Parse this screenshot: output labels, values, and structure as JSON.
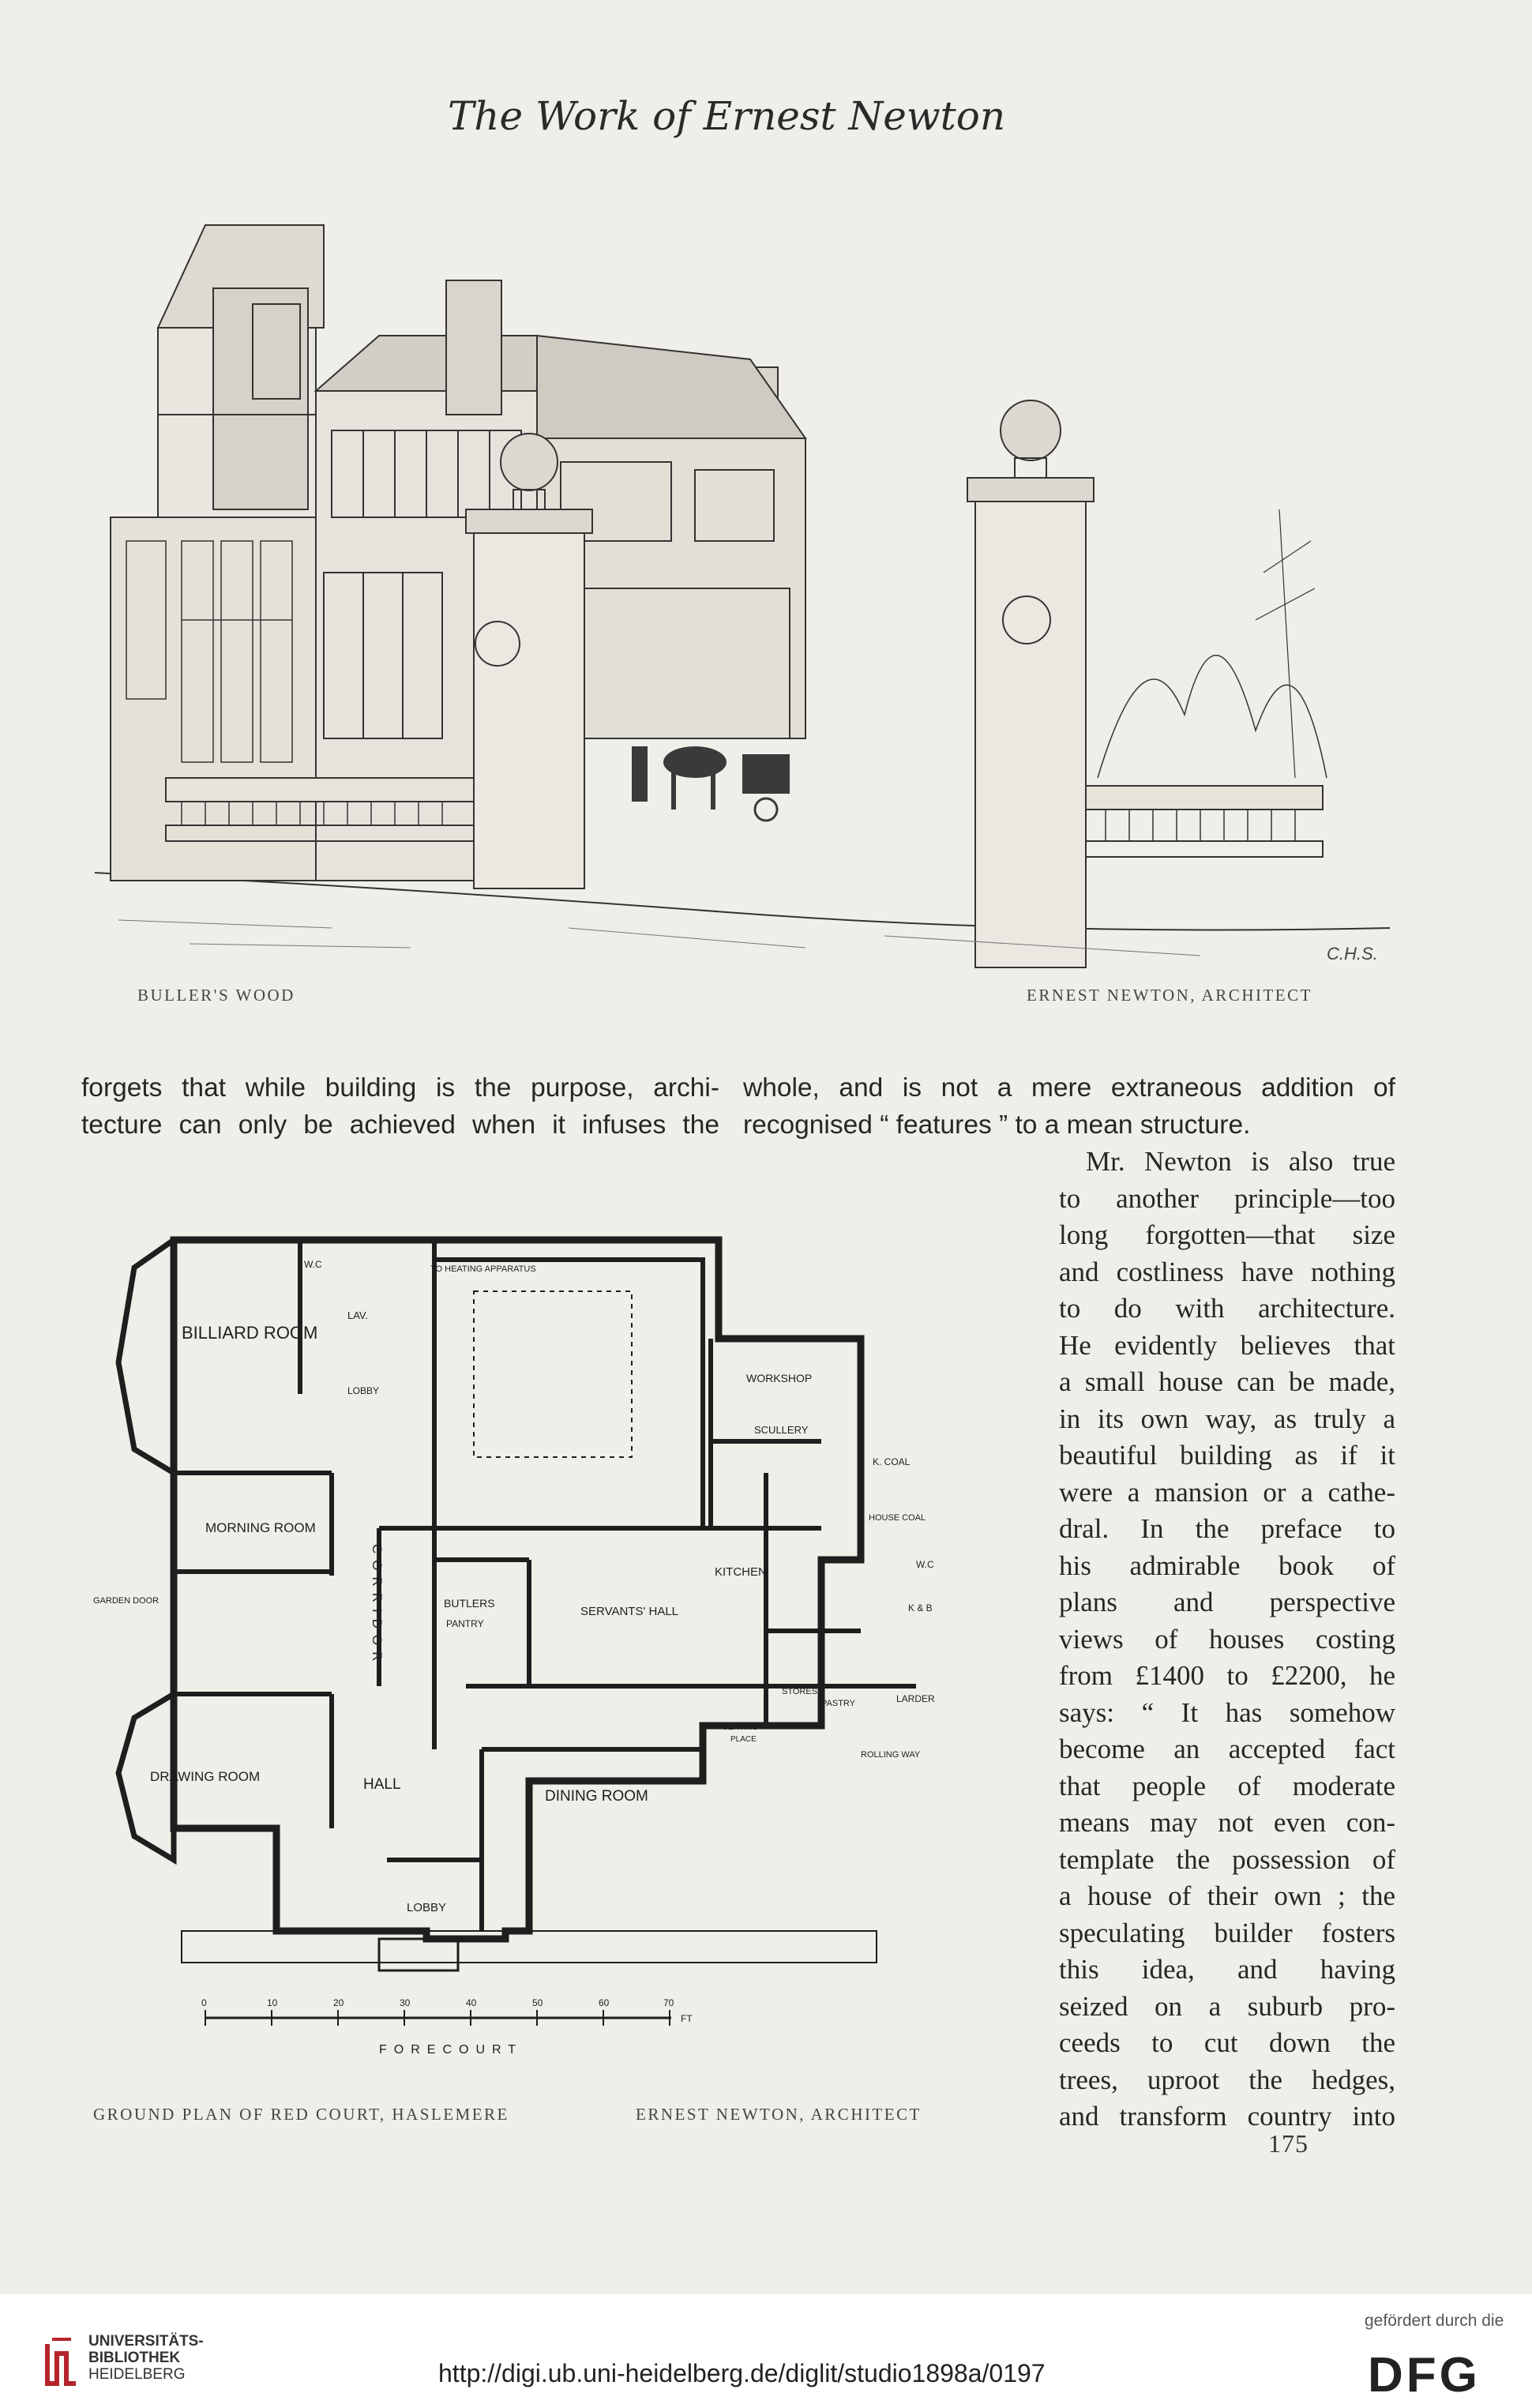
{
  "header": {
    "title": "The Work of Ernest Newton"
  },
  "figure1": {
    "caption_left": "BULLER'S WOOD",
    "caption_right": "ERNEST NEWTON, ARCHITECT",
    "signature": "C.H.S."
  },
  "column_left": {
    "lines": [
      "forgets that while building is the purpose, archi-",
      "tecture can only be achieved when it infuses the"
    ]
  },
  "column_right_top": {
    "lines": [
      "whole, and is not a mere extraneous addition of",
      "recognised “ features ” to a mean structure."
    ]
  },
  "column_right": {
    "lines": [
      "Mr. Newton is also true",
      "to another principle—too",
      "long forgotten—that size",
      "and costliness have nothing",
      "to do with architecture.",
      "He evidently believes that",
      "a small house can be made,",
      "in its own way, as truly a",
      "beautiful building as if it",
      "were a mansion or a cathe-",
      "dral. In the preface to",
      "his admirable book of",
      "plans and perspective",
      "views of houses costing",
      "from £1400 to £2200, he",
      "says: “ It has somehow",
      "become an accepted fact",
      "that people of moderate",
      "means may not even con-",
      "template the possession of",
      "a house of their own ; the",
      "speculating builder fosters",
      "this idea, and having",
      "seized on a suburb pro-",
      "ceeds to cut down the",
      "trees, uproot the hedges,",
      "and transform country into"
    ]
  },
  "plan": {
    "caption_left": "GROUND PLAN OF RED COURT, HASLEMERE",
    "caption_right": "ERNEST NEWTON, ARCHITECT",
    "rooms": {
      "billiard": "BILLIARD ROOM",
      "morning": "MORNING ROOM",
      "drawing": "DRAWING ROOM",
      "dining": "DINING ROOM",
      "hall": "HALL",
      "lobby": "LOBBY",
      "lobby_small": "LOBBY",
      "corridor": "CORRIDOR",
      "butlers": "BUTLERS",
      "pantry": "PANTRY",
      "servants": "SERVANTS' HALL",
      "kitchen": "KITCHEN",
      "scullery": "SCULLERY",
      "workshop": "WORKSHOP",
      "kcoal": "K. COAL",
      "housecoal": "HOUSE COAL",
      "wc1": "W.C",
      "wc2": "W.C",
      "kb": "K & B",
      "larder": "LARDER",
      "stores": "STORES",
      "pastry": "PASTRY",
      "serving1": "SERVING",
      "serving2": "PLACE",
      "rolling": "ROLLING WAY",
      "heating": "TO HEATING APPARATUS",
      "lav": "LAV.",
      "garden_door": "GARDEN DOOR",
      "forecourt": "FORECOURT"
    },
    "scale": [
      "0",
      "10",
      "20",
      "30",
      "40",
      "50",
      "60",
      "70"
    ],
    "scale_unit": "FT"
  },
  "page_number": "175",
  "footer": {
    "library_line1": "UNIVERSITÄTS-",
    "library_line2": "BIBLIOTHEK",
    "library_line3": "HEIDELBERG",
    "url": "http://digi.ub.uni-heidelberg.de/diglit/studio1898a/0197",
    "funded_by": "gefördert durch die",
    "funder": "DFG"
  }
}
